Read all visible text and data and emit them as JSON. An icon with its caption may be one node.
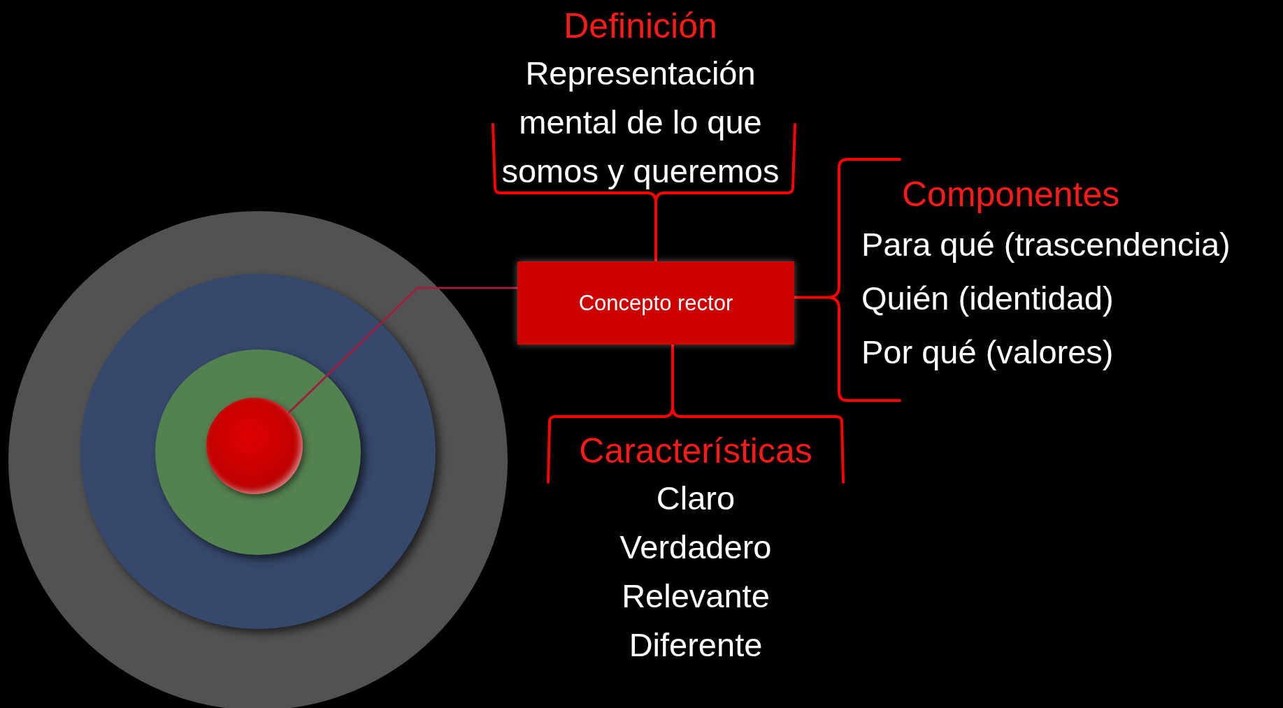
{
  "diagram": {
    "nodes": [
      {
        "text": [
          "Definición",
          "Representación mental de lo que somos y queremos"
        ]
      },
      {
        "text": [
          "Componentes",
          "Para qué (trascendencia)",
          "Quién (identidad)",
          "Por qué (valores)"
        ]
      },
      {
        "text": [
          "Concepto rector"
        ]
      },
      {
        "text": [],
        "shape": "circle"
      },
      {
        "text": [],
        "shape": "circle",
        "in": 3
      },
      {
        "text": [],
        "shape": "circle",
        "in": 4
      },
      {
        "text": [],
        "shape": "circle",
        "in": 5
      },
      {
        "text": [
          "Características",
          "Claro",
          "Verdadero",
          "Relevante",
          "Diferente"
        ]
      }
    ],
    "edges": [
      {
        "from": 2,
        "to": 0,
        "arrow": "none"
      },
      {
        "from": 2,
        "to": 1,
        "arrow": "none"
      },
      {
        "from": 2,
        "to": 7,
        "arrow": "none"
      },
      {
        "from": 6,
        "to": 2,
        "arrow": "none",
        "color": "#9e1f3f"
      }
    ]
  }
}
